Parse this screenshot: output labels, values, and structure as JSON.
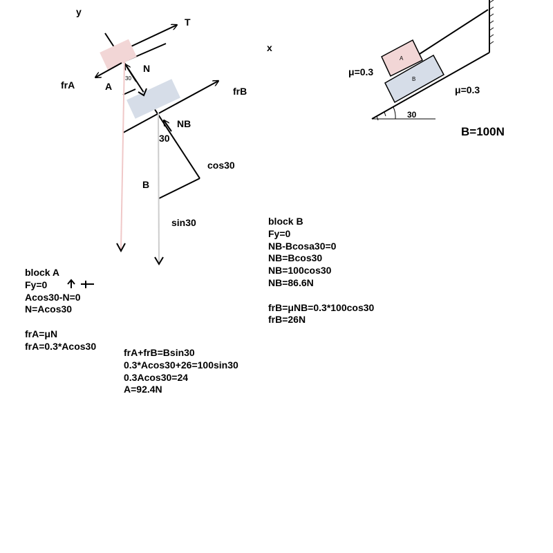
{
  "colors": {
    "block_a_fill": "#f2d6d6",
    "block_b_fill": "#d6dde8",
    "weight_a_line": "#f0c8c8",
    "weight_b_line": "#cccccc",
    "ink": "#000000"
  },
  "fbd": {
    "axis_y": "y",
    "axis_x": "x",
    "tension": "T",
    "normal_a": "N",
    "angle_small": "30",
    "friction_a": "frA",
    "block_a": "A",
    "friction_b": "frB",
    "normal_b": "NB",
    "angle_b": "30",
    "cos_label": "cos30",
    "block_b": "B",
    "sin_label": "sin30"
  },
  "setup": {
    "block_a": "A",
    "block_b": "B",
    "mu_top": "μ=0.3",
    "mu_bottom": "μ=0.3",
    "angle": "30",
    "weight_b": "B=100N"
  },
  "block_a_calc": [
    "block A",
    "Fy=0",
    "Acos30-N=0",
    "N=Acos30",
    "",
    "frA=μN",
    "frA=0.3*Acos30"
  ],
  "block_b_calc": [
    "block B",
    "Fy=0",
    "NB-Bcosa30=0",
    "NB=Bcos30",
    "NB=100cos30",
    "NB=86.6N",
    "",
    "frB=μNB=0.3*100cos30",
    "frB=26N"
  ],
  "combined_calc": [
    "frA+frB=Bsin30",
    "0.3*Acos30+26=100sin30",
    "0.3Acos30=24",
    "A=92.4N"
  ]
}
